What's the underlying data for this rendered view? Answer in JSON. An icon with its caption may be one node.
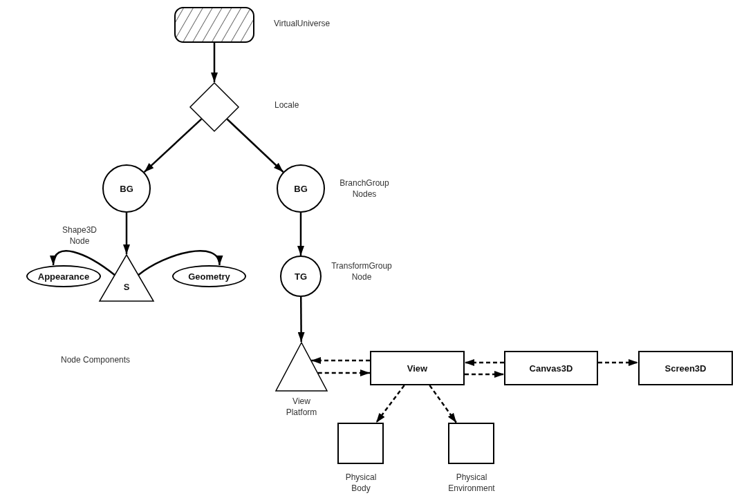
{
  "diagram": {
    "nodes": [
      {
        "text": [],
        "shape": "box",
        "beside": [
          "VirtualUniverse"
        ]
      },
      {
        "text": [],
        "shape": "diamond"
      },
      {
        "text": [
          "BG"
        ]
      },
      {
        "text": [
          "BG"
        ]
      },
      {
        "text": [
          "S"
        ],
        "beside": [
          "Shape3D Node"
        ]
      },
      {
        "text": [
          "Appearance"
        ]
      },
      {
        "text": [
          "Geometry"
        ]
      },
      {
        "text": [
          "TG"
        ],
        "beside": [
          "TransformGroup Node"
        ]
      },
      {
        "text": [],
        "shape": "triangle",
        "beside": [
          "View Platform"
        ]
      },
      {
        "text": [
          "View"
        ]
      },
      {
        "text": [
          "Canvas3D"
        ]
      },
      {
        "text": [
          "Screen3D"
        ]
      },
      {
        "text": [],
        "shape": "box",
        "beside": [
          "Physical Body"
        ]
      },
      {
        "text": [],
        "shape": "box",
        "beside": [
          "Physical Environment"
        ]
      }
    ],
    "edges": [
      {
        "from": 0,
        "to": 1,
        "arrow": "to"
      },
      {
        "from": 1,
        "to": 2,
        "arrow": "to"
      },
      {
        "from": 1,
        "to": 3,
        "arrow": "to"
      },
      {
        "from": 2,
        "to": 4,
        "arrow": "to"
      },
      {
        "from": 3,
        "to": 7,
        "arrow": "to"
      },
      {
        "from": 4,
        "to": 5,
        "arrow": "to"
      },
      {
        "from": 4,
        "to": 6,
        "arrow": "to"
      },
      {
        "from": 7,
        "to": 8,
        "arrow": "to"
      },
      {
        "from": 9,
        "to": 8,
        "arrow": "to",
        "style": "dashed"
      },
      {
        "from": 8,
        "to": 9,
        "arrow": "to",
        "style": "dashed"
      },
      {
        "from": 10,
        "to": 9,
        "arrow": "to",
        "style": "dashed"
      },
      {
        "from": 9,
        "to": 10,
        "arrow": "to",
        "style": "dashed"
      },
      {
        "from": 10,
        "to": 11,
        "arrow": "to",
        "style": "dashed"
      },
      {
        "from": 9,
        "to": 12,
        "arrow": "to",
        "style": "dashed"
      },
      {
        "from": 9,
        "to": 13,
        "arrow": "to",
        "style": "dashed"
      }
    ],
    "labels": [
      "Locale",
      "BranchGroup Nodes",
      "Node Components"
    ]
  }
}
